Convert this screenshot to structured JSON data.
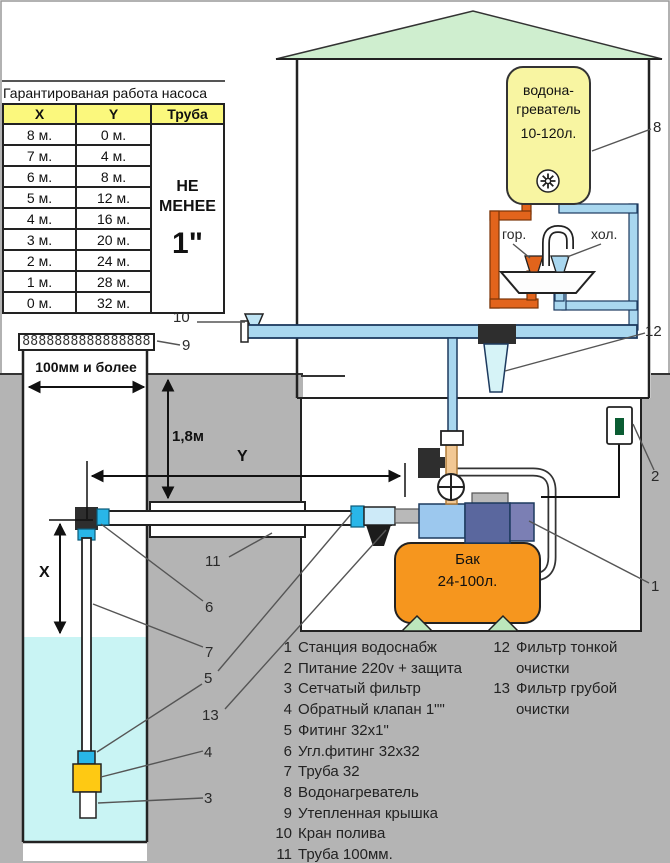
{
  "table": {
    "title": "Гарантированая работа насоса",
    "columns": [
      "X",
      "Y",
      "Труба"
    ],
    "rows": [
      [
        "8 м.",
        "0 м."
      ],
      [
        "7 м.",
        "4 м."
      ],
      [
        "6 м.",
        "8 м."
      ],
      [
        "5 м.",
        "12 м."
      ],
      [
        "4 м.",
        "16 м."
      ],
      [
        "3 м.",
        "20 м."
      ],
      [
        "2 м.",
        "24 м."
      ],
      [
        "1 м.",
        "28 м."
      ],
      [
        "0 м.",
        "32 м."
      ]
    ],
    "pipe_note": [
      "НЕ",
      "МЕНЕЕ"
    ],
    "pipe_size": "1\""
  },
  "diagram": {
    "heater_line1": "водона-",
    "heater_line2": "греватель",
    "heater_capacity": "10-120л.",
    "tank_line1": "Бак",
    "tank_line2": "24-100л.",
    "hot_label": "гор.",
    "cold_label": "хол.",
    "dim_width": "100мм и более",
    "dim_depth": "1,8м",
    "dim_x": "X",
    "dim_y": "Y",
    "cover_pattern": "8888888888888888"
  },
  "callouts": {
    "station": "1",
    "power": "2",
    "mesh_filter": "3",
    "check_valve": "4",
    "fitting": "5",
    "corner_fitting": "6",
    "pipe32": "7",
    "heater": "8",
    "cover": "9",
    "garden_tap": "10",
    "pipe100": "11",
    "fine_filter": "12",
    "coarse_filter": "13"
  },
  "legend": {
    "col1": [
      {
        "num": "1",
        "text": "Станция водоснабж"
      },
      {
        "num": "2",
        "text": "Питание 220v + защита"
      },
      {
        "num": "3",
        "text": "Сетчатый фильтр"
      },
      {
        "num": "4",
        "text": "Обратный клапан 1\"\""
      },
      {
        "num": "5",
        "text": "Фитинг 32х1\""
      },
      {
        "num": "6",
        "text": "Угл.фитинг 32х32"
      },
      {
        "num": "7",
        "text": "Труба 32"
      },
      {
        "num": "8",
        "text": "Водонагреватель"
      },
      {
        "num": "9",
        "text": "Утепленная крышка"
      },
      {
        "num": "10",
        "text": "Кран полива"
      },
      {
        "num": "11",
        "text": "Труба 100мм."
      }
    ],
    "col2": [
      {
        "num": "12",
        "text": "Фильтр тонкой"
      },
      {
        "num": "",
        "text": "очистки"
      },
      {
        "num": "13",
        "text": "Фильтр грубой"
      },
      {
        "num": "",
        "text": "очистки"
      }
    ]
  },
  "colors": {
    "ground": "#b4b4b4",
    "water": "#c9f4f4",
    "roof": "#cfeecf",
    "heater": "#f8f5a2",
    "table_header": "#fbf87d",
    "tank_orange": "#f6961e",
    "pipe_blue": "#a9d7ef",
    "hot_pipe": "#e2641c",
    "pump_blue": "#9cc8ee",
    "motor_blue": "#5a679e",
    "fitting_cyan": "#29b6e8",
    "valve_yellow": "#fec913",
    "socket_slot_green": "#0a5c32",
    "feet_green": "#bce7bc"
  }
}
